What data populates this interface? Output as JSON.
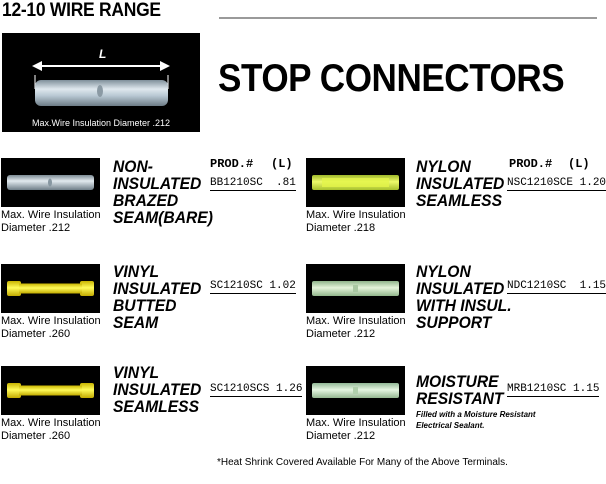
{
  "header": {
    "range_title": "12-10 WIRE RANGE",
    "page_title": "STOP CONNECTORS"
  },
  "hero": {
    "dimension_label": "L",
    "caption": "Max.Wire Insulation Diameter .212",
    "tube_color": "#b9c9d4"
  },
  "column_headers": {
    "left": {
      "prod": "PROD.#",
      "length": "(L)"
    },
    "right": {
      "prod": "PROD.#",
      "length": "(L)"
    }
  },
  "products": [
    {
      "title_lines": [
        "NON-",
        "INSULATED",
        "BRAZED",
        "SEAM(BARE)"
      ],
      "code": "BB1210SC",
      "length": ".81",
      "caption_lines": [
        "Max. Wire Insulation",
        "Diameter .212"
      ],
      "tube": "bare",
      "tube_color": "#b8c8d4"
    },
    {
      "title_lines": [
        "NYLON",
        "INSULATED",
        "SEAMLESS"
      ],
      "code": "NSC1210SCE",
      "length": "1.20",
      "caption_lines": [
        "Max. Wire Insulation",
        "Diameter .218"
      ],
      "tube": "nylon",
      "tube_color": "#d8ee3a"
    },
    {
      "title_lines": [
        "VINYL",
        "INSULATED",
        "BUTTED",
        "SEAM"
      ],
      "code": "SC1210SC",
      "length": "1.02",
      "caption_lines": [
        "Max. Wire Insulation",
        "Diameter .260"
      ],
      "tube": "vinyl",
      "tube_color": "#f2ec1c"
    },
    {
      "title_lines": [
        "NYLON",
        "INSULATED",
        "WITH INSUL.",
        "SUPPORT"
      ],
      "code": "NDC1210SC",
      "length": "1.15",
      "caption_lines": [
        "Max. Wire Insulation",
        "Diameter .212"
      ],
      "tube": "clear",
      "tube_color": "#c4e0b4"
    },
    {
      "title_lines": [
        "VINYL",
        "INSULATED",
        "SEAMLESS"
      ],
      "code": "SC1210SCS",
      "length": "1.26",
      "caption_lines": [
        "Max. Wire Insulation",
        "Diameter .260"
      ],
      "tube": "vinyl",
      "tube_color": "#f2ec1c"
    },
    {
      "title_lines": [
        "MOISTURE",
        "RESISTANT"
      ],
      "sub_lines": [
        "Filled with a Moisture Resistant",
        "Electrical Sealant."
      ],
      "code": "MRB1210SC",
      "length": "1.15",
      "caption_lines": [
        "Max. Wire Insulation",
        "Diameter .212"
      ],
      "tube": "clear",
      "tube_color": "#c8e2c4"
    }
  ],
  "footnote": "*Heat Shrink Covered Available For Many of the Above Terminals."
}
